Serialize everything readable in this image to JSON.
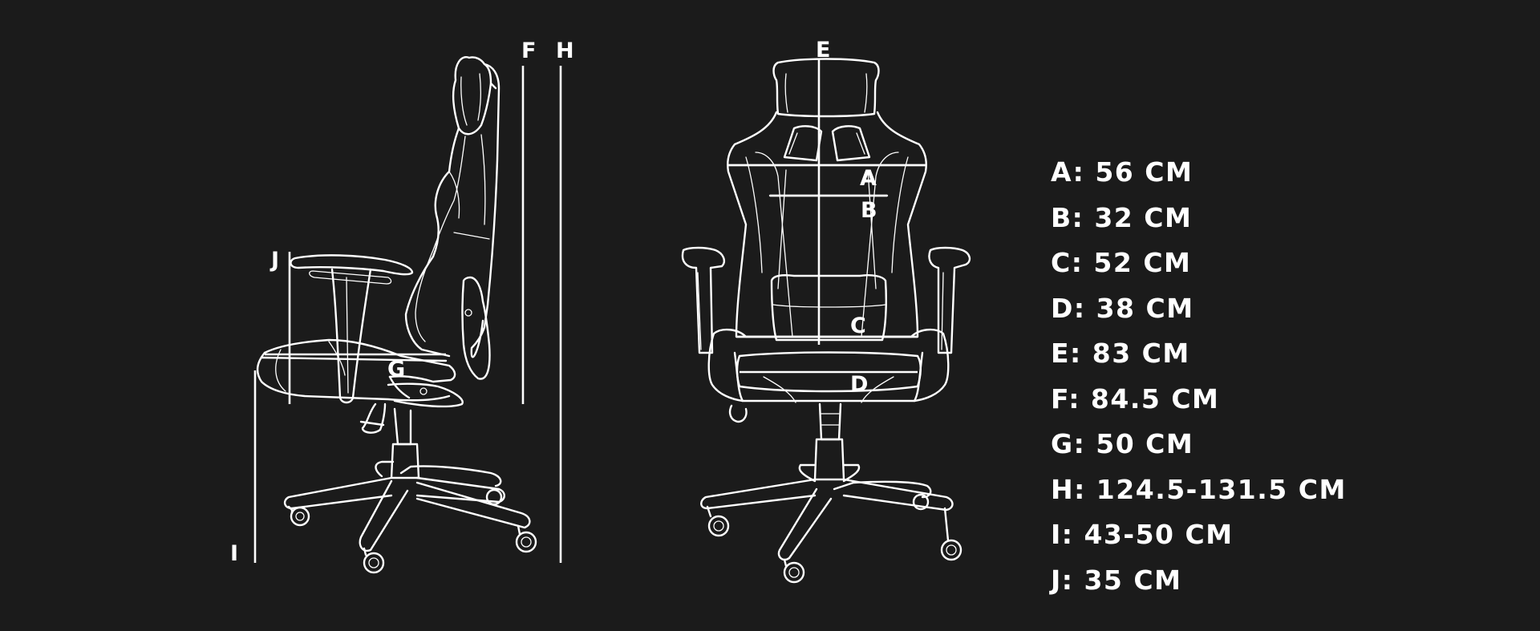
{
  "labels": {
    "a": "A",
    "b": "B",
    "c": "C",
    "d": "D",
    "e": "E",
    "f": "F",
    "g": "G",
    "h": "H",
    "i": "I",
    "j": "J"
  },
  "specs": [
    "A: 56 CM",
    "B: 32 CM",
    "C: 52 CM",
    "D: 38 CM",
    "E: 83 CM",
    "F: 84.5 CM",
    "G: 50 CM",
    "H: 124.5-131.5 CM",
    "I: 43-50 CM",
    "J: 35 CM"
  ],
  "colors": {
    "background": "#1b1b1b",
    "line": "#ffffff"
  }
}
